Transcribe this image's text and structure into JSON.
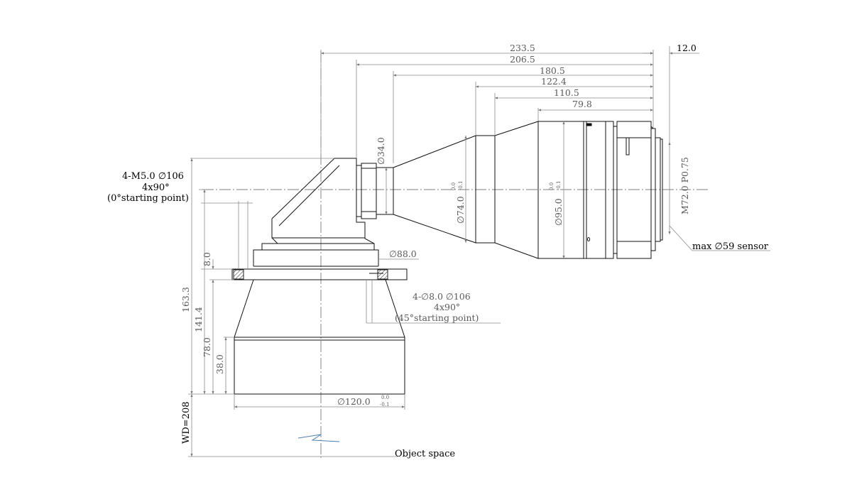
{
  "drawing": {
    "overall_lengths": [
      "233.5",
      "206.5",
      "180.5",
      "122.4",
      "110.5",
      "79.8"
    ],
    "flange_dim": "12.0",
    "tube_diameter": "∅34.0",
    "cone_diameter": "∅74.0",
    "barrel_diameter": "∅95.0",
    "tol_upper": "0.0",
    "tol_lower": "-0.1",
    "mount_thread": "M72.0 P0.75",
    "sensor_note": "max ∅59 sensor",
    "flange_diameter": "∅88.0",
    "front_diameter": "∅120.0",
    "mount_hole_note": {
      "line1": "4-M5.0 ∅106",
      "line2": "4x90°",
      "line3": "(0°starting point)"
    },
    "through_hole_note": {
      "line1": "4-∅8.0 ∅106",
      "line2": "4x90°",
      "line3": "(45°starting point)"
    },
    "vertical_dims": {
      "h163": "163.3",
      "h141": "141.4",
      "h78": "78.0",
      "h38": "38.0",
      "h8": "8.0"
    },
    "working_distance": "WD=208",
    "object_space": "Object space"
  }
}
